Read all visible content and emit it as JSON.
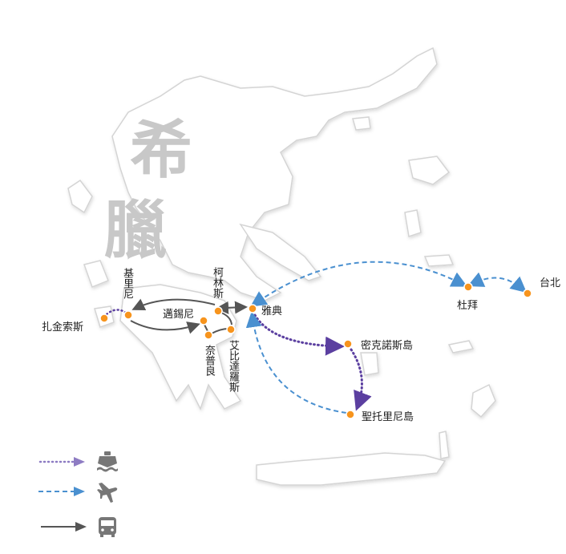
{
  "title": "希臘",
  "title_chars": [
    "希",
    "臘"
  ],
  "places": {
    "zakynthos": "扎金索斯",
    "kyllini": "基里尼",
    "mycenae": "邁錫尼",
    "corinth": "柯林斯",
    "nafplio": "奈普良",
    "epidaurus": "艾比達羅斯",
    "athens": "雅典",
    "mykonos": "密克諾斯島",
    "santorini": "聖托里尼島",
    "dubai": "杜拜",
    "taipei": "台北"
  },
  "legend": [
    {
      "mode": "ship",
      "icon": "ship-icon",
      "line": "dotted",
      "color": "#8e7cc3"
    },
    {
      "mode": "plane",
      "icon": "plane-icon",
      "line": "dashed",
      "color": "#4a90d0"
    },
    {
      "mode": "bus",
      "icon": "bus-icon",
      "line": "solid",
      "color": "#555555"
    }
  ],
  "colors": {
    "dot": "#f7941d",
    "ship": "#5b3fa0",
    "plane": "#4a90d0",
    "bus": "#555555",
    "land": "#ffffff",
    "coast": "#d6d6d6",
    "watermark": "#c8c8c8"
  }
}
